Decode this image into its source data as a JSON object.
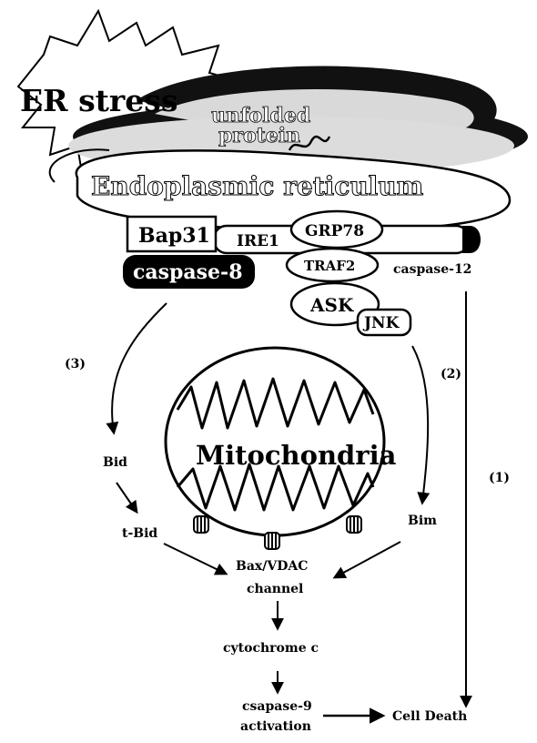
{
  "title": "ER stress",
  "er": {
    "unfolded_line1": "unfolded",
    "unfolded_line2": "protein",
    "organelle_label": "Endoplasmic reticulum"
  },
  "proteins": {
    "bap31": "Bap31",
    "caspase8": "caspase-8",
    "ire1": "IRE1",
    "grp78": "GRP78",
    "traf2": "TRAF2",
    "caspase12": "caspase-12",
    "ask": "ASK",
    "jnk": "JNK"
  },
  "pathways": {
    "p1": "(1)",
    "p2": "(2)",
    "p3": "(3)"
  },
  "mitochondria_label": "Mitochondria",
  "nodes": {
    "bid": "Bid",
    "tbid": "t-Bid",
    "bim": "Bim",
    "channel_line1": "Bax/VDAC",
    "channel_line2": "channel",
    "cytochrome": "cytochrome c",
    "casp9_line1": "csapase-9",
    "casp9_line2": "activation",
    "cell_death": "Cell Death"
  },
  "colors": {
    "ink": "#000000",
    "er_lumen": "#d9d9d9",
    "shadow": "#111111",
    "background": "#ffffff"
  }
}
